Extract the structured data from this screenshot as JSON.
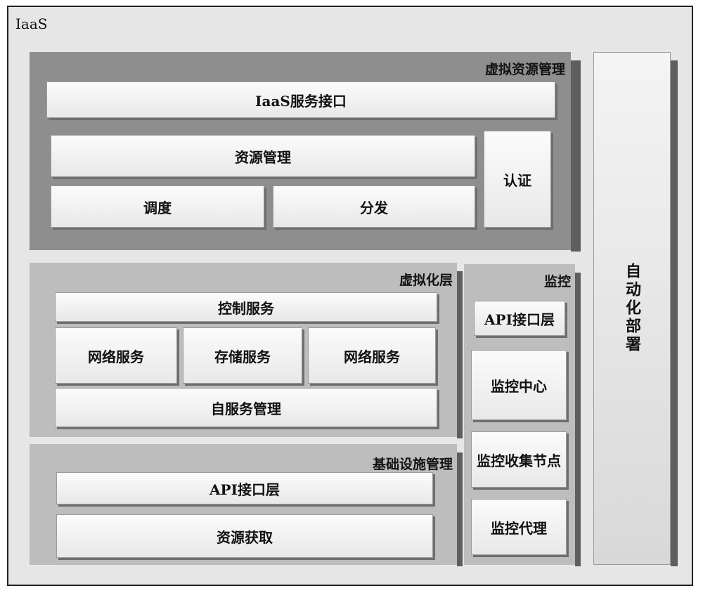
{
  "outer": {
    "label": "IaaS"
  },
  "virtual_resource": {
    "title": "虚拟资源管理",
    "service_interface": "IaaS服务接口",
    "resource_mgmt": "资源管理",
    "scheduling": "调度",
    "distribution": "分发",
    "auth": "认证"
  },
  "virtualization": {
    "title": "虚拟化层",
    "control": "控制服务",
    "network1": "网络服务",
    "storage": "存储服务",
    "network2": "网络服务",
    "self_service": "自服务管理"
  },
  "infrastructure": {
    "title": "基础设施管理",
    "api": "API接口层",
    "acquire": "资源获取"
  },
  "monitoring": {
    "title": "监控",
    "api": "API接口层",
    "center": "监控中心",
    "collect": "监控收集节点",
    "agent": "监控代理"
  },
  "deploy": {
    "label": "自动化部署"
  }
}
